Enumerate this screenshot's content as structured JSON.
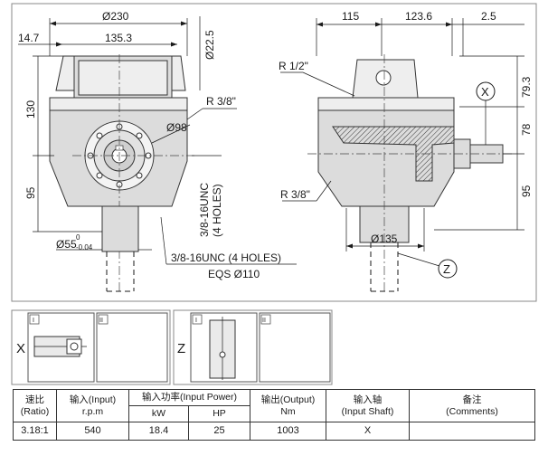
{
  "front_view": {
    "dims": {
      "overall_width": "Ø230",
      "left_offset": "14.7",
      "flange_span": "135.3",
      "vertical_bore": "Ø22.5",
      "upper_height": "130",
      "lower_height": "95",
      "flange_circle": "Ø98",
      "plug_thread": "R 3/8\"",
      "side_holes_line1": "3/8-16UNC",
      "side_holes_line2": "(4 HOLES)",
      "shaft_dia_base": "Ø55",
      "shaft_tol_upper": "0",
      "shaft_tol_lower": "-0.04",
      "bottom_holes": "3/8-16UNC (4 HOLES)",
      "bottom_eqs": "EQS Ø110"
    }
  },
  "side_view": {
    "dims": {
      "offset_115": "115",
      "offset_123": "123.6",
      "offset_25": "2.5",
      "top_plug": "R 1/2\"",
      "height_79": "79.3",
      "height_78": "78",
      "height_95": "95",
      "lower_plug": "R 3/8\"",
      "base_dia": "Ø135"
    },
    "callout_x": "X",
    "callout_z": "Z"
  },
  "options": [
    {
      "letter": "X",
      "box1": "I",
      "box2": "II"
    },
    {
      "letter": "Z",
      "box1": "I",
      "box2": "II"
    }
  ],
  "table": {
    "headers": {
      "ratio": [
        "速比",
        "(Ratio)"
      ],
      "input_speed": [
        "输入(Input)",
        "r.p.m"
      ],
      "input_power": "输入功率(Input Power)",
      "kw": "kW",
      "hp": "HP",
      "output": [
        "输出(Output)",
        "Nm"
      ],
      "input_shaft": [
        "输入轴",
        "(Input Shaft)"
      ],
      "comments": [
        "备注",
        "(Comments)"
      ]
    },
    "row": {
      "ratio": "3.18:1",
      "rpm": "540",
      "kw": "18.4",
      "hp": "25",
      "nm": "1003",
      "shaft": "X",
      "comments": ""
    }
  }
}
